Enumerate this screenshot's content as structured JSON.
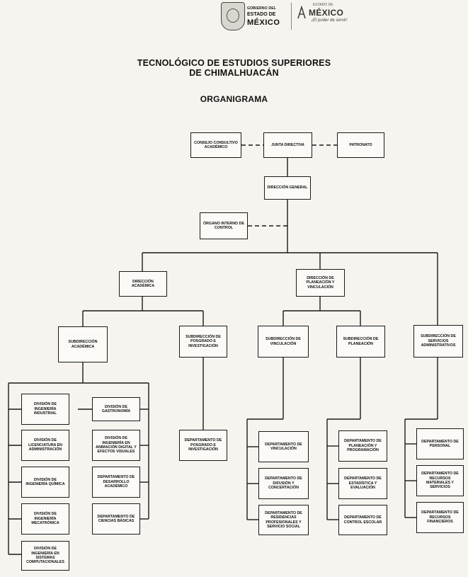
{
  "header": {
    "left_logo": {
      "line1": "GOBIERNO DEL",
      "line2": "ESTADO DE",
      "line3": "MÉXICO"
    },
    "right_logo": {
      "line1": "ESTADO DE",
      "brand": "MÉXICO",
      "tagline": "¡El poder de servir!"
    }
  },
  "titles": {
    "line1": "TECNOLÓGICO DE ESTUDIOS SUPERIORES",
    "line2": "DE CHIMALHUACÁN",
    "line3": "ORGANIGRAMA"
  },
  "nodes": {
    "consejo": "CONSEJO CONSULTIVO ACADÉMICO",
    "junta": "JUNTA DIRECTIVA",
    "patronato": "PATRONATO",
    "direccion_general": "DIRECCIÓN GENERAL",
    "organo": "ÓRGANO INTERNO DE CONTROL",
    "direccion_academica": "DIRECCIÓN ACADÉMICA",
    "direccion_planeacion": "DIRECCIÓN DE PLANEACIÓN Y VINCULACIÓN",
    "sub_academica": "SUBDIRECCIÓN ACADÉMICA",
    "sub_posgrado": "SUBDIRECCIÓN DE POSGRADO E INVESTIGACIÓN",
    "sub_vinculacion": "SUBDIRECCIÓN DE VINCULACIÓN",
    "sub_planeacion": "SUBDIRECCIÓN DE PLANEACIÓN",
    "sub_servicios": "SUBDIRECCIÓN DE SERVICIOS ADMINISTRATIVOS",
    "div_industrial": "DIVISIÓN DE INGENIERÍA INDUSTRIAL",
    "div_administracion": "DIVISIÓN DE LICENCIATURA EN ADMINISTRACIÓN",
    "div_quimica": "DIVISIÓN DE INGENIERÍA QUÍMICA",
    "div_mecatronica": "DIVISIÓN DE INGENIERÍA MECATRÓNICA",
    "div_sistemas": "DIVISIÓN DE INGENIERÍA EN SISTEMAS COMPUTACIONALES",
    "div_gastronomia": "DIVISIÓN DE GASTRONOMÍA",
    "div_animacion": "DIVISIÓN DE INGENIERÍA EN ANIMACIÓN DIGITAL Y EFECTOS VISUALES",
    "dep_desarrollo_academico": "DEPARTAMENTO DE DESARROLLO ACADÉMICO",
    "dep_ciencias_basicas": "DEPARTAMENTO DE CIENCIAS BÁSICAS",
    "dep_posgrado": "DEPARTAMENTO DE POSGRADO E INVESTIGACIÓN",
    "dep_vinculacion": "DEPARTAMENTO DE VINCULACIÓN",
    "dep_difusion": "DEPARTAMENTO DE DIFUSIÓN Y CONCERTACIÓN",
    "dep_residencias": "DEPARTAMENTO DE RESIDENCIAS PROFESIONALES Y SERVICIO SOCIAL",
    "dep_planeacion": "DEPARTAMENTO DE PLANEACIÓN Y PROGRAMACIÓN",
    "dep_estadistica": "DEPARTAMENTO DE ESTADÍSTICA Y EVALUACIÓN",
    "dep_control_escolar": "DEPARTAMENTO DE CONTROL ESCOLAR",
    "dep_personal": "DEPARTAMENTO DE PERSONAL",
    "dep_recursos_materiales": "DEPARTAMENTO DE RECURSOS MATERIALES Y SERVICIOS",
    "dep_recursos_financieros": "DEPARTAMENTO DE RECURSOS FINANCIEROS"
  }
}
